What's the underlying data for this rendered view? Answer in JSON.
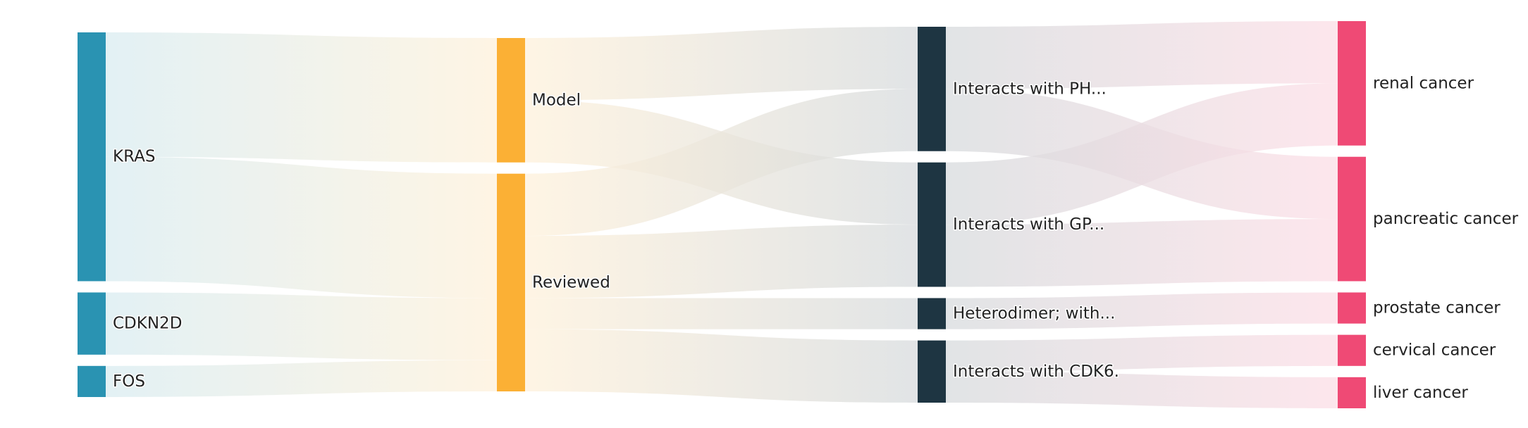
{
  "chart_data": {
    "type": "sankey",
    "columns": [
      [
        "KRAS",
        "CDKN2D",
        "FOS"
      ],
      [
        "Model",
        "Reviewed"
      ],
      [
        "Interacts with PH...",
        "Interacts with GP...",
        "Heterodimer; with...",
        "Interacts with CDK6."
      ],
      [
        "renal cancer",
        "pancreatic cancer",
        "prostate cancer",
        "cervical cancer",
        "liver cancer"
      ]
    ],
    "nodes": [
      {
        "name": "KRAS",
        "column": 0,
        "color": "#2a93b2"
      },
      {
        "name": "CDKN2D",
        "column": 0,
        "color": "#2a93b2"
      },
      {
        "name": "FOS",
        "column": 0,
        "color": "#2a93b2"
      },
      {
        "name": "Model",
        "column": 1,
        "color": "#fbb035"
      },
      {
        "name": "Reviewed",
        "column": 1,
        "color": "#fbb035"
      },
      {
        "name": "Interacts with PH...",
        "column": 2,
        "color": "#1e3542"
      },
      {
        "name": "Interacts with GP...",
        "column": 2,
        "color": "#1e3542"
      },
      {
        "name": "Heterodimer; with...",
        "column": 2,
        "color": "#1e3542"
      },
      {
        "name": "Interacts with CDK6.",
        "column": 2,
        "color": "#1e3542"
      },
      {
        "name": "renal cancer",
        "column": 3,
        "color": "#ef4a75"
      },
      {
        "name": "pancreatic cancer",
        "column": 3,
        "color": "#ef4a75"
      },
      {
        "name": "prostate cancer",
        "column": 3,
        "color": "#ef4a75"
      },
      {
        "name": "cervical cancer",
        "column": 3,
        "color": "#ef4a75"
      },
      {
        "name": "liver cancer",
        "column": 3,
        "color": "#ef4a75"
      }
    ],
    "links": [
      {
        "source": "KRAS",
        "target": "Model",
        "value": 4
      },
      {
        "source": "KRAS",
        "target": "Reviewed",
        "value": 4
      },
      {
        "source": "CDKN2D",
        "target": "Reviewed",
        "value": 2
      },
      {
        "source": "FOS",
        "target": "Reviewed",
        "value": 1
      },
      {
        "source": "Model",
        "target": "Interacts with PH...",
        "value": 2
      },
      {
        "source": "Model",
        "target": "Interacts with GP...",
        "value": 2
      },
      {
        "source": "Reviewed",
        "target": "Interacts with PH...",
        "value": 2
      },
      {
        "source": "Reviewed",
        "target": "Interacts with GP...",
        "value": 2
      },
      {
        "source": "Reviewed",
        "target": "Heterodimer; with...",
        "value": 1
      },
      {
        "source": "Reviewed",
        "target": "Interacts with CDK6.",
        "value": 2
      },
      {
        "source": "Interacts with PH...",
        "target": "renal cancer",
        "value": 2
      },
      {
        "source": "Interacts with PH...",
        "target": "pancreatic cancer",
        "value": 2
      },
      {
        "source": "Interacts with GP...",
        "target": "renal cancer",
        "value": 2
      },
      {
        "source": "Interacts with GP...",
        "target": "pancreatic cancer",
        "value": 2
      },
      {
        "source": "Heterodimer; with...",
        "target": "prostate cancer",
        "value": 1
      },
      {
        "source": "Interacts with CDK6.",
        "target": "cervical cancer",
        "value": 1
      },
      {
        "source": "Interacts with CDK6.",
        "target": "liver cancer",
        "value": 1
      }
    ]
  }
}
